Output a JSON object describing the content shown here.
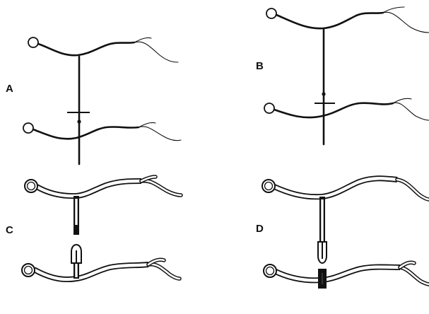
{
  "figure": {
    "panels": [
      {
        "id": "A",
        "label": "A"
      },
      {
        "id": "B",
        "label": "B"
      },
      {
        "id": "C",
        "label": "C"
      },
      {
        "id": "D",
        "label": "D"
      }
    ]
  },
  "colors": {
    "ink": "#111111",
    "paper": "#ffffff"
  }
}
